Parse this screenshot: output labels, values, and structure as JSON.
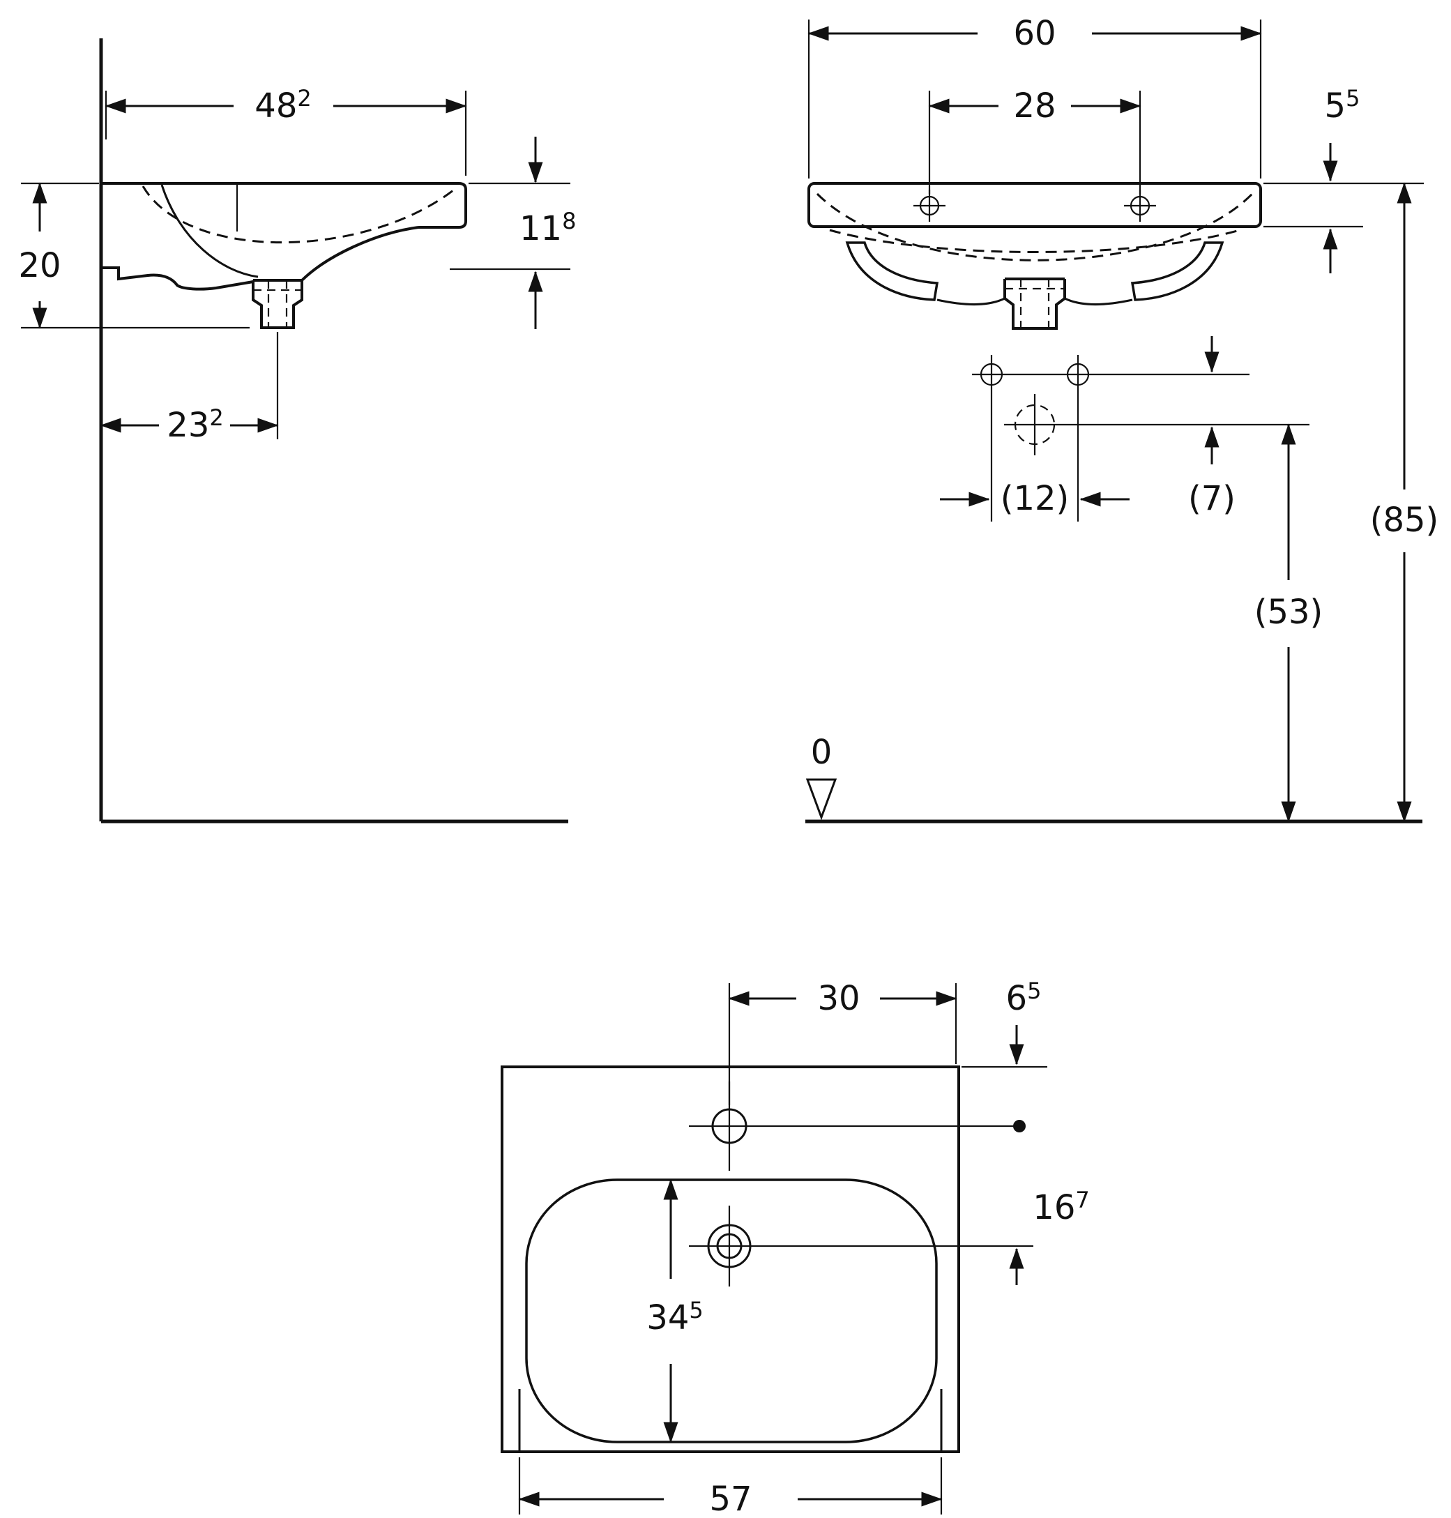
{
  "colors": {
    "line": "#111111",
    "background": "#ffffff"
  },
  "side_view": {
    "dim_width_top": {
      "value": "48",
      "sup": "2"
    },
    "dim_rim_depth": {
      "value": "11",
      "sup": "8"
    },
    "dim_front_height": {
      "value": "20",
      "sup": ""
    },
    "dim_drain_offset": {
      "value": "23",
      "sup": "2"
    }
  },
  "front_view": {
    "dim_width": {
      "value": "60",
      "sup": ""
    },
    "dim_hole_spacing": {
      "value": "28",
      "sup": ""
    },
    "dim_slab_thickness": {
      "value": "5",
      "sup": "5"
    },
    "dim_bolt_spacing": {
      "value": "(12)",
      "sup": ""
    },
    "dim_bolt_to_drain": {
      "value": "(7)",
      "sup": ""
    },
    "dim_rim_height": {
      "value": "(85)",
      "sup": ""
    },
    "dim_drain_height": {
      "value": "(53)",
      "sup": ""
    },
    "datum_zero": {
      "value": "0",
      "sup": ""
    }
  },
  "top_view": {
    "dim_tap_to_edge": {
      "value": "30",
      "sup": ""
    },
    "dim_tap_setback": {
      "value": "6",
      "sup": "5"
    },
    "dim_tap_to_drain": {
      "value": "16",
      "sup": "7"
    },
    "dim_bowl_length": {
      "value": "34",
      "sup": "5"
    },
    "dim_base_width": {
      "value": "57",
      "sup": ""
    }
  }
}
